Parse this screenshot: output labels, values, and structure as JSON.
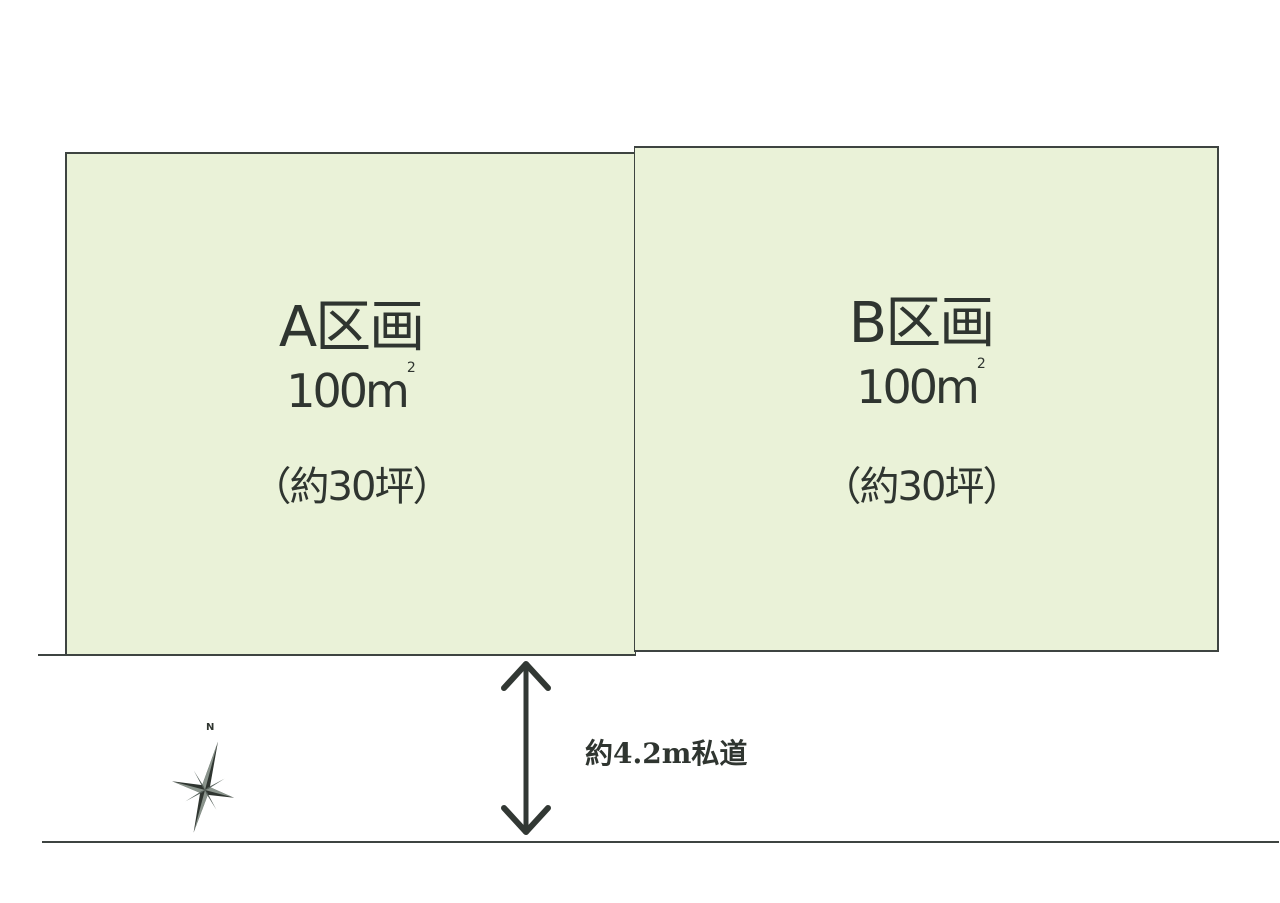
{
  "diagram": {
    "type": "land-plot-layout",
    "lots": [
      {
        "name": "A区画",
        "area": "100m",
        "area_unit_sup": "2",
        "tsubo": "（約30坪）"
      },
      {
        "name": "B区画",
        "area": "100m",
        "area_unit_sup": "2",
        "tsubo": "（約30坪）"
      }
    ],
    "road": {
      "label": "約4.2m私道"
    },
    "compass": {
      "north_label": "N"
    },
    "colors": {
      "lot_fill": "#eaf2d8",
      "line": "#3e4441",
      "text": "#2f3530"
    }
  }
}
